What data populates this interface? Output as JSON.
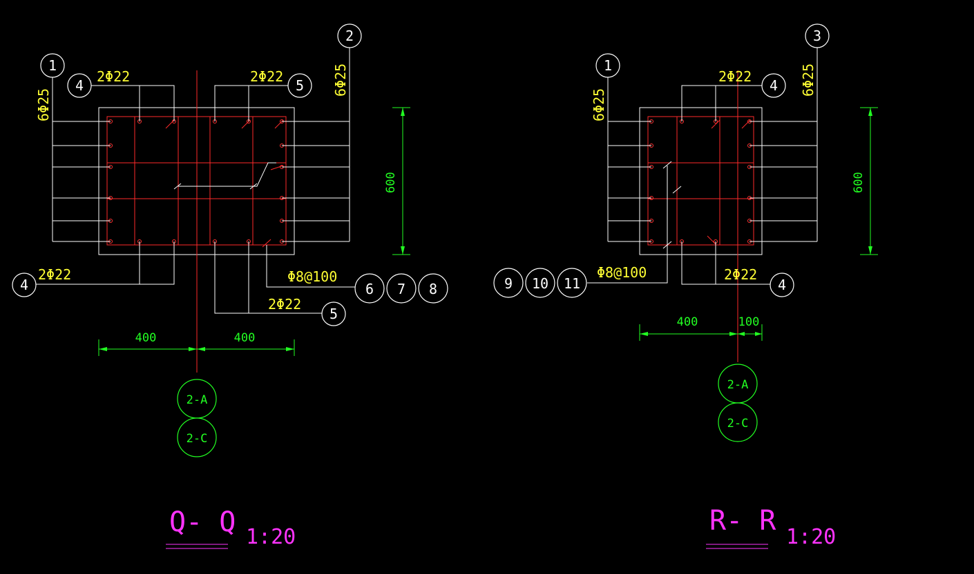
{
  "colors": {
    "background": "#000000",
    "rebar": "#ff2a2a",
    "outline": "#ffffff",
    "label": "#ffff33",
    "dimension": "#22ff22",
    "title": "#ff33ff"
  },
  "sections": [
    {
      "id": "qq",
      "title": "Q- Q",
      "scale": "1:20",
      "labels": {
        "top_left": "2Φ22",
        "top_right": "2Φ22",
        "left_side": "6Φ25",
        "right_side": "6Φ25",
        "bottom_left": "2Φ22",
        "bottom_right": "2Φ22",
        "stirrup": "Φ8@100"
      },
      "bubbles": {
        "b1": "1",
        "b2": "2",
        "b4a": "4",
        "b5a": "5",
        "b4b": "4",
        "b5b": "5",
        "b6": "6",
        "b7": "7",
        "b8": "8"
      },
      "dims": {
        "height": "600",
        "left_w": "400",
        "right_w": "400"
      },
      "axes": {
        "a": "2-A",
        "c": "2-C"
      }
    },
    {
      "id": "rr",
      "title": "R- R",
      "scale": "1:20",
      "labels": {
        "top_right": "2Φ22",
        "left_side": "6Φ25",
        "right_side": "6Φ25",
        "bottom_right": "2Φ22",
        "stirrup": "Φ8@100"
      },
      "bubbles": {
        "b1": "1",
        "b3": "3",
        "b4a": "4",
        "b4b": "4",
        "b9": "9",
        "b10": "10",
        "b11": "11"
      },
      "dims": {
        "height": "600",
        "left_w": "400",
        "right_w": "100"
      },
      "axes": {
        "a": "2-A",
        "c": "2-C"
      }
    }
  ]
}
